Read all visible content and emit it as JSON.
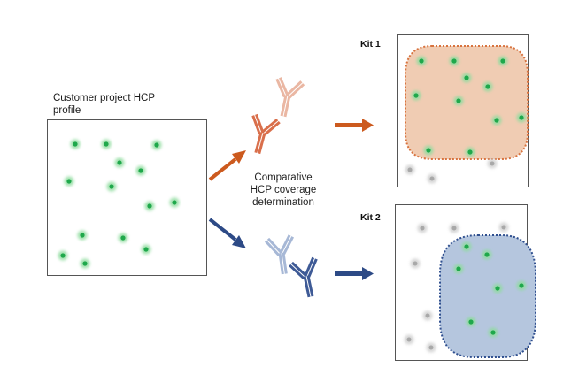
{
  "customer_panel": {
    "title_line1": "Customer project HCP",
    "title_line2": "profile"
  },
  "center": {
    "line1": "Comparative",
    "line2": "HCP coverage",
    "line3": "determination"
  },
  "kit1": {
    "label": "Kit 1",
    "region_color": "#f0ccb3",
    "border_color": "#d8733f"
  },
  "kit2": {
    "label": "Kit 2",
    "region_color": "#b5c6de",
    "border_color": "#2f4f8f"
  },
  "colors": {
    "hcp_dot": "#1fa84b",
    "gray_dot": "#a8a8a8",
    "orange_arrow": "#cc5a1e",
    "blue_arrow": "#2d4a86",
    "antibody_orange": "#d96f4b",
    "antibody_orange_light": "#eab7a3",
    "antibody_blue": "#3e5a96",
    "antibody_blue_light": "#a7b8d6"
  }
}
